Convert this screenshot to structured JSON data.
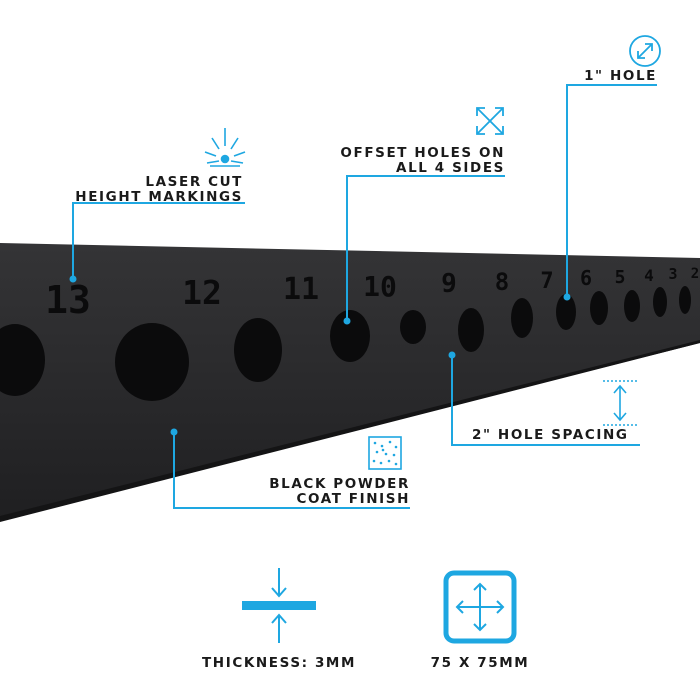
{
  "colors": {
    "accent": "#1ea7e1",
    "steel": "#2b2b2d",
    "steel_dark": "#1b1b1c",
    "hole": "#0b0b0c",
    "text": "#1a1a1a"
  },
  "height_markings": [
    "13",
    "12",
    "11",
    "10",
    "9",
    "8",
    "7",
    "6",
    "5",
    "4",
    "3",
    "2"
  ],
  "callouts": {
    "laser": {
      "line1": "LASER CUT",
      "line2": "HEIGHT MARKINGS",
      "icon": "laser-icon"
    },
    "offset": {
      "line1": "OFFSET HOLES ON",
      "line2": "ALL 4 SIDES",
      "icon": "cross-arrows-icon"
    },
    "hole": {
      "line1": "1\" HOLE",
      "icon": "diagonal-arrow-icon"
    },
    "spacing": {
      "line1": "2\" HOLE SPACING",
      "icon": "vertical-arrows-icon"
    },
    "finish": {
      "line1": "BLACK POWDER",
      "line2": "COAT FINISH",
      "icon": "powder-texture-icon"
    }
  },
  "specs": {
    "thickness": {
      "label": "THICKNESS: 3MM",
      "icon": "thickness-icon"
    },
    "size": {
      "label": "75 X 75MM",
      "icon": "square-expand-icon"
    }
  }
}
